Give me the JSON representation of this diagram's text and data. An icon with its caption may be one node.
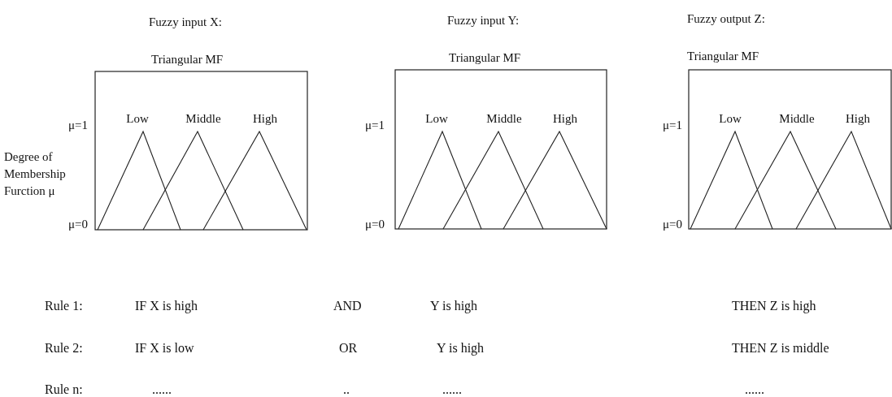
{
  "diagram": {
    "nodes": [
      {
        "text": [
          "Fuzzy input X:",
          "Triangular MF",
          "Low",
          "Middle",
          "High"
        ],
        "beside": [
          "μ=1",
          "μ=0"
        ]
      },
      {
        "text": [
          "Fuzzy input Y:",
          "Triangular MF",
          "Low",
          "Middle",
          "High"
        ],
        "beside": [
          "μ=1",
          "μ=0"
        ]
      },
      {
        "text": [
          "Fuzzy output Z:",
          "Triangular MF",
          "Low",
          "Middle",
          "High"
        ],
        "beside": [
          "μ=1",
          "μ=0"
        ]
      }
    ],
    "labels": [
      "Degree of Membership Furction μ",
      "Rule 1:",
      "IF X is high",
      "AND",
      "Y is high",
      "THEN Z is high",
      "Rule 2:",
      "IF X is low",
      "OR",
      "Y is high",
      "THEN Z is middle",
      "Rule n:",
      "......",
      "..",
      "......",
      "......"
    ]
  }
}
